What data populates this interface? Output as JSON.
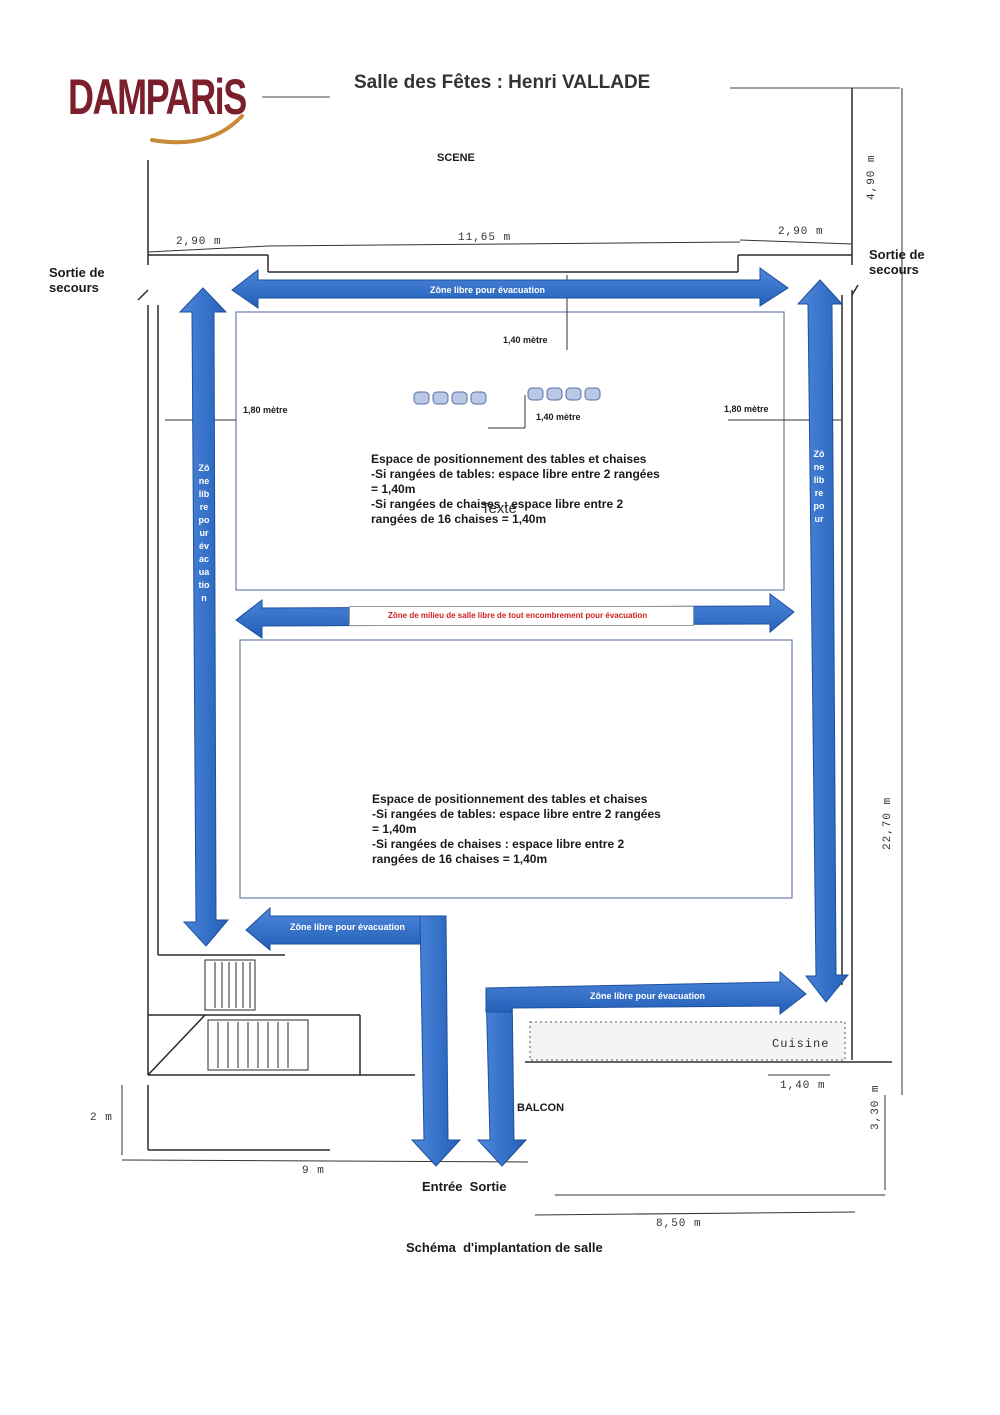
{
  "header": {
    "logo_text": "DAMPARiS",
    "title": "Salle des Fêtes : Henri VALLADE"
  },
  "labels": {
    "scene": "SCENE",
    "exit_left": [
      "Sortie de",
      "secours"
    ],
    "exit_right": [
      "Sortie de",
      "secours"
    ],
    "balcon": "BALCON",
    "cuisine": "Cuisine",
    "entree_sortie": "Entrée  Sortie",
    "caption": "Schéma  d'implantation de salle",
    "texte_overlay": "Texte"
  },
  "dimensions": {
    "top_left": "2,90 m",
    "top_middle": "11,65 m",
    "top_right": "2,90 m",
    "right_top": "4,90 m",
    "right_main": "22,70 m",
    "right_bottom": "3,30 m",
    "left_bottom": "2 m",
    "bottom_left": "9 m",
    "bottom_right": "8,50 m",
    "kitchen_width": "1,40 m",
    "gap_top": "1,40 mètre",
    "gap_chairs": "1,40 mètre",
    "gap_left": "1,80 mètre",
    "gap_right": "1,80 mètre"
  },
  "arrows": {
    "top": "Zône libre pour évacuation",
    "middle": "Zône de milieu de salle libre de tout encombrement pour évacuation",
    "lower_left": "Zône  libre pour évacuation",
    "lower_right": "Zône libre pour évacuation",
    "left_vertical": "Zônelibrepourévacuation",
    "right_vertical": "Zônelibrepour"
  },
  "zones": {
    "upper": [
      "Espace de positionnement des tables et chaises",
      "-Si rangées de tables: espace libre entre 2 rangées",
      "= 1,40m",
      "-Si rangées de chaises : espace libre entre 2",
      "rangées de 16 chaises = 1,40m"
    ],
    "lower": [
      "Espace de positionnement des tables et chaises",
      "-Si rangées de tables: espace libre entre 2 rangées",
      "= 1,40m",
      "-Si rangées de chaises : espace libre entre 2",
      "rangées de 16 chaises = 1,40m"
    ]
  },
  "colors": {
    "arrow_blue": "#2f6fcb",
    "arrow_edge": "#1d4f9c",
    "wall": "#2a2a2a",
    "logo": "#7a1f2b",
    "swoosh": "#c98a3a",
    "red_text": "#d21f1f"
  }
}
